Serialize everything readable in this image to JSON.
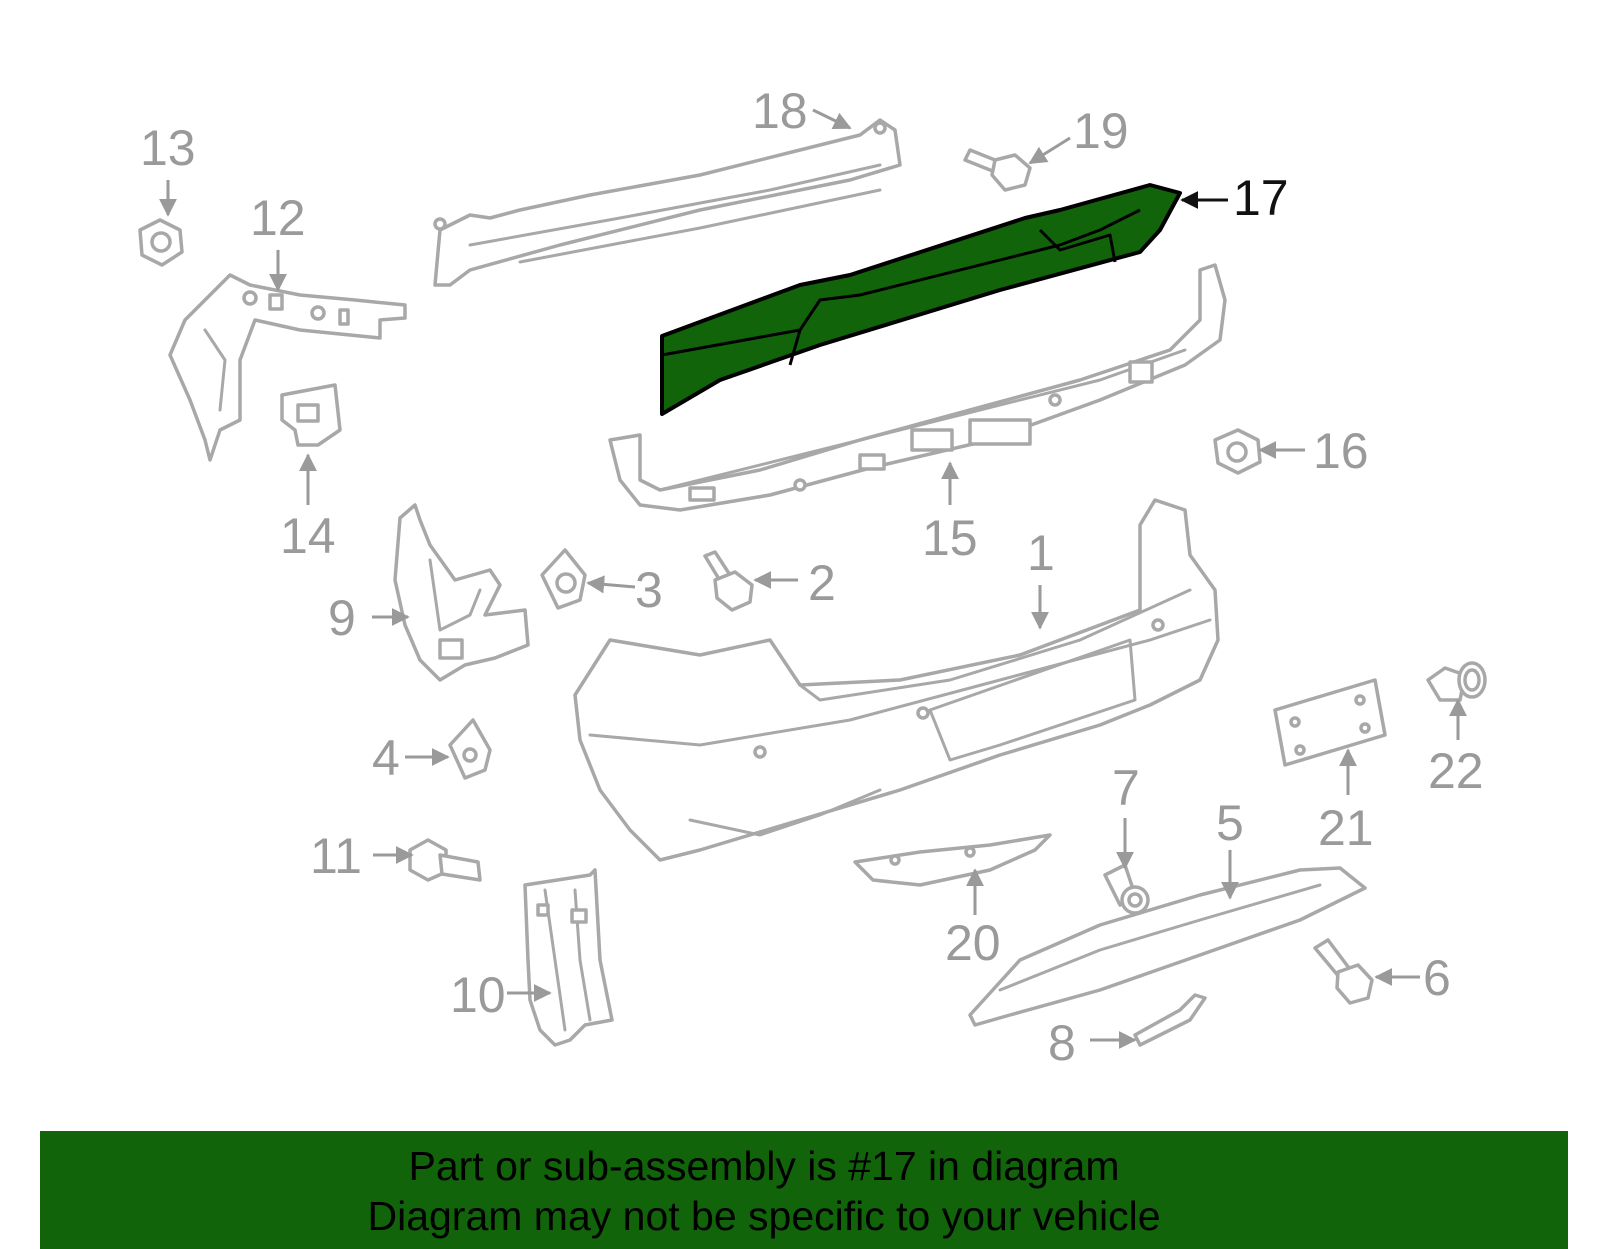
{
  "diagram": {
    "highlighted_part": "17",
    "callouts": [
      {
        "id": "c1",
        "label": "1"
      },
      {
        "id": "c2",
        "label": "2"
      },
      {
        "id": "c3",
        "label": "3"
      },
      {
        "id": "c4",
        "label": "4"
      },
      {
        "id": "c5",
        "label": "5"
      },
      {
        "id": "c6",
        "label": "6"
      },
      {
        "id": "c7",
        "label": "7"
      },
      {
        "id": "c8",
        "label": "8"
      },
      {
        "id": "c9",
        "label": "9"
      },
      {
        "id": "c10",
        "label": "10"
      },
      {
        "id": "c11",
        "label": "11"
      },
      {
        "id": "c12",
        "label": "12"
      },
      {
        "id": "c13",
        "label": "13"
      },
      {
        "id": "c14",
        "label": "14"
      },
      {
        "id": "c15",
        "label": "15"
      },
      {
        "id": "c16",
        "label": "16"
      },
      {
        "id": "c17",
        "label": "17"
      },
      {
        "id": "c18",
        "label": "18"
      },
      {
        "id": "c19",
        "label": "19"
      },
      {
        "id": "c20",
        "label": "20"
      },
      {
        "id": "c21",
        "label": "21"
      },
      {
        "id": "c22",
        "label": "22"
      }
    ],
    "colors": {
      "highlight": "#11640a",
      "parts": "#a8a8a8",
      "labels": "#9a9a9a",
      "active_label": "#111111"
    }
  },
  "banner": {
    "line1": "Part or sub-assembly is #17 in diagram",
    "line2": "Diagram may not be specific to your vehicle"
  }
}
